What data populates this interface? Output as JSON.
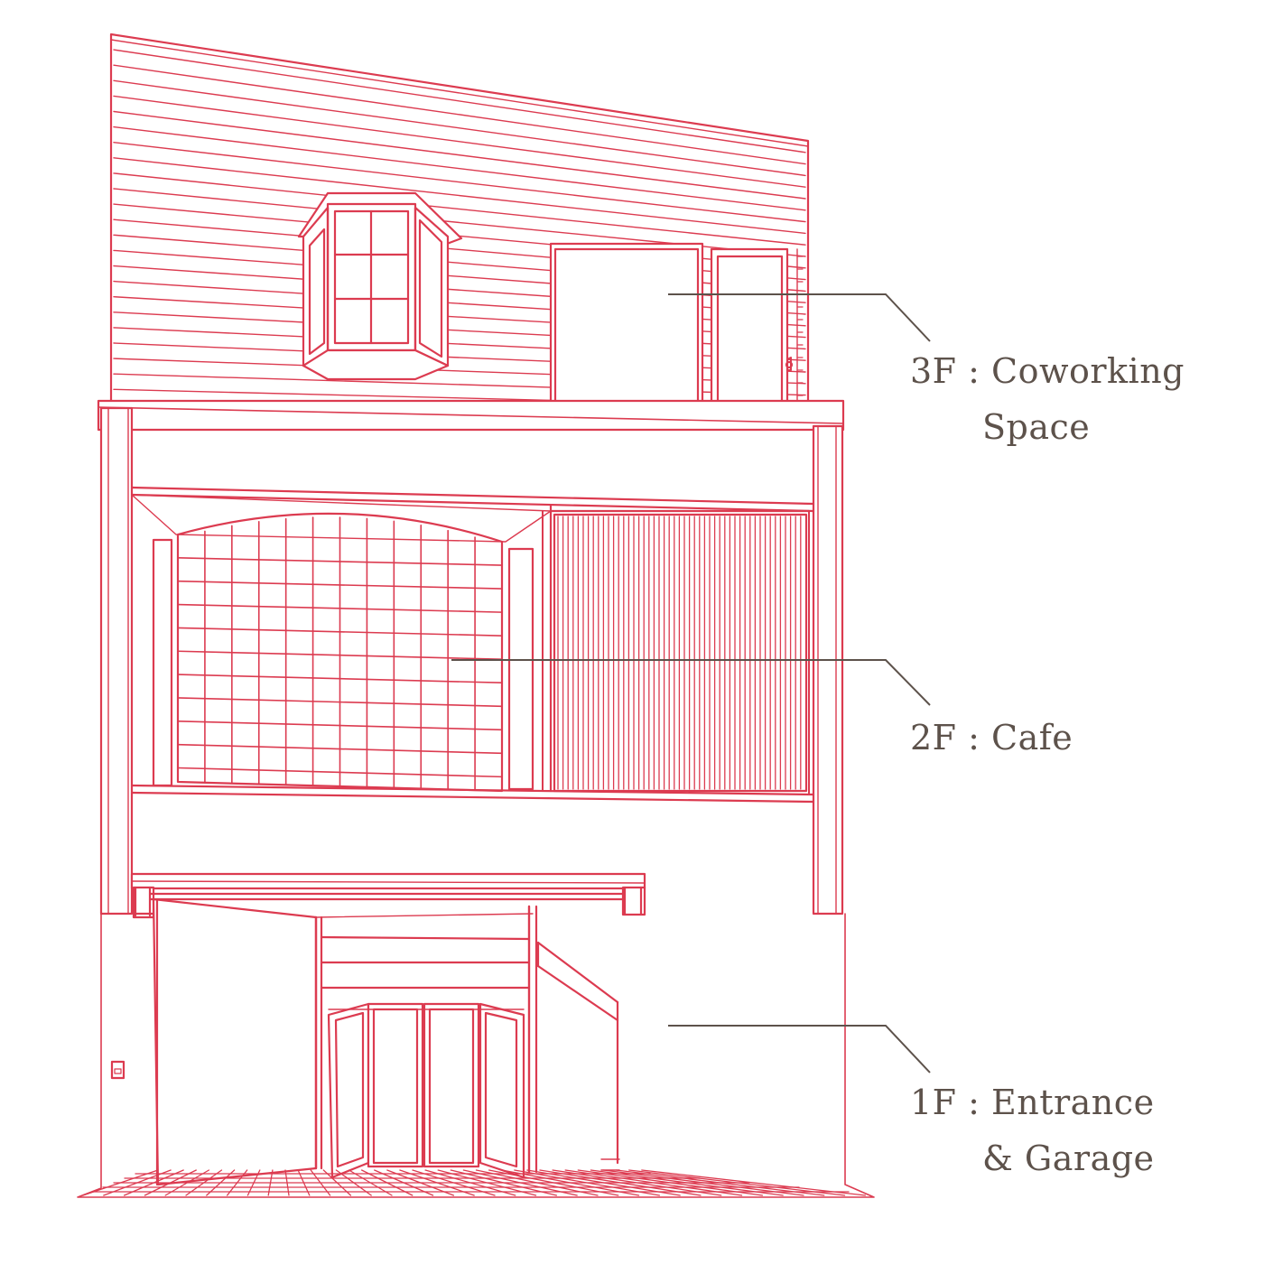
{
  "colors": {
    "sketch": "#dc3b50",
    "leader": "#5d524b",
    "text": "#5d524b",
    "background": "#ffffff"
  },
  "floors": [
    {
      "id": "3f",
      "label_line1": "3F : Coworking",
      "label_line2": "Space"
    },
    {
      "id": "2f",
      "label_line1": "2F : Cafe",
      "label_line2": ""
    },
    {
      "id": "1f",
      "label_line1": "1F : Entrance",
      "label_line2": "& Garage"
    }
  ]
}
